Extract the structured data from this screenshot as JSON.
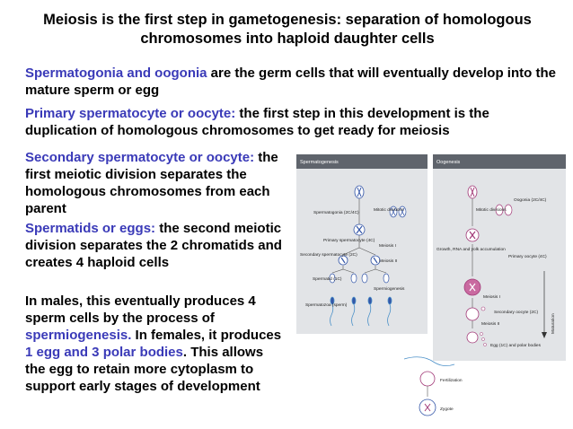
{
  "title": "Meiosis is the first step in gametogenesis: separation of homologous chromosomes into haploid daughter cells",
  "paragraphs": {
    "p1": {
      "highlight": "Spermatogonia and oogonia",
      "text": " are the germ cells that will eventually develop into the mature sperm or egg"
    },
    "p2": {
      "highlight": "Primary spermatocyte or oocyte:",
      "text": " the first step in this development is the duplication of homologous chromosomes to get ready for meiosis"
    },
    "p3": {
      "highlight": "Secondary spermatocyte or oocyte:",
      "text": " the first meiotic division separates the homologous chromosomes from each parent"
    },
    "p4": {
      "highlight": "Spermatids or eggs:",
      "text": " the second meiotic division separates the 2 chromatids and creates 4 haploid cells"
    },
    "p5": {
      "t1": "In males, this eventually produces 4 sperm cells by the process of ",
      "h1": "spermiogenesis.",
      "t2": " In females, it produces ",
      "h2": "1 egg and 3 polar bodies",
      "t3": ". This allows the egg to retain more cytoplasm to support early stages of development"
    }
  },
  "figure": {
    "spermatogenesis": {
      "header": "Spermatogenesis",
      "spermatogonia": "Spermatogonia (2C/4C)",
      "mitotic_divisions": "Mitotic divisions",
      "primary": "Primary spermatocyte (4C)",
      "meiosis1": "Meiosis I",
      "secondary": "Secondary spermatocyte (2C)",
      "meiosis2": "Meiosis II",
      "spermatid": "Spermatid (1C)",
      "spermiogenesis": "Spermiogenesis",
      "spermatozoa": "Spermatozoa (sperm)"
    },
    "oogenesis": {
      "header": "Oogenesis",
      "oogonia": "Oogonia (2C/4C)",
      "mitotic_divisions": "Mitotic divisions",
      "growth": "Growth, RNA and yolk accumulation",
      "primary": "Primary oocyte (4C)",
      "meiosis1": "Meiosis I",
      "secondary": "Secondary oocyte (2C)",
      "meiosis2": "Meiosis II",
      "egg": "Egg (1C) and polar bodies",
      "maturation": "Maturation",
      "fertilization": "Fertilization",
      "zygote": "Zygote"
    },
    "colors": {
      "header_bg": "#5f646c",
      "panel_bg": "#e2e4e7",
      "cell_blue": "#3456a8",
      "chrom_magenta": "#a23a78",
      "accent": "#3a3ab8"
    }
  }
}
